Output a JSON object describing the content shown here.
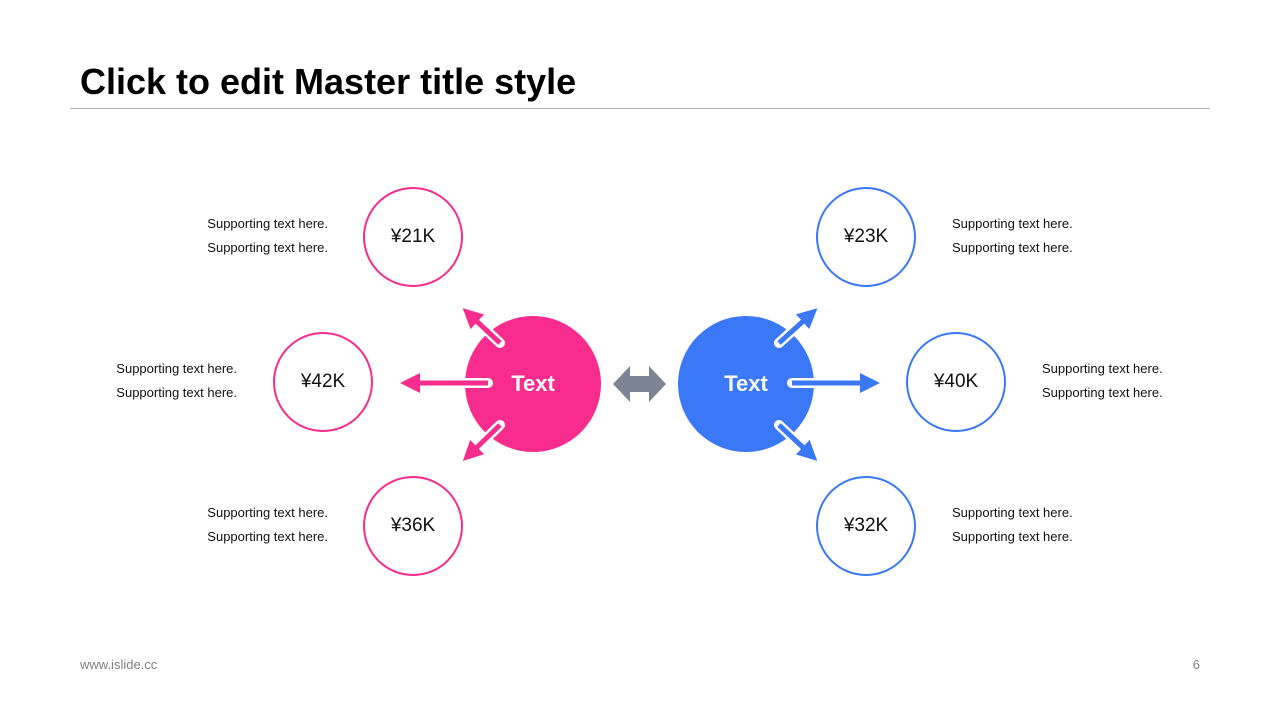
{
  "slide": {
    "title": "Click to edit Master title style",
    "footer_url": "www.islide.cc",
    "page_number": "6"
  },
  "colors": {
    "left_accent": "#f72c8c",
    "right_accent": "#3a78f7",
    "connector": "#7d8592",
    "rule": "#b4b4b4"
  },
  "diagram": {
    "left_hub": {
      "label": "Text"
    },
    "right_hub": {
      "label": "Text"
    },
    "left_nodes": [
      {
        "value": "¥21K",
        "support": [
          "Supporting  text here.",
          "Supporting  text here."
        ]
      },
      {
        "value": "¥42K",
        "support": [
          "Supporting  text here.",
          "Supporting  text here."
        ]
      },
      {
        "value": "¥36K",
        "support": [
          "Supporting  text here.",
          "Supporting  text here."
        ]
      }
    ],
    "right_nodes": [
      {
        "value": "¥23K",
        "support": [
          "Supporting  text here.",
          "Supporting  text here."
        ]
      },
      {
        "value": "¥40K",
        "support": [
          "Supporting  text here.",
          "Supporting  text here."
        ]
      },
      {
        "value": "¥32K",
        "support": [
          "Supporting  text here.",
          "Supporting  text here."
        ]
      }
    ],
    "connector_icon": "double-arrow-icon"
  }
}
